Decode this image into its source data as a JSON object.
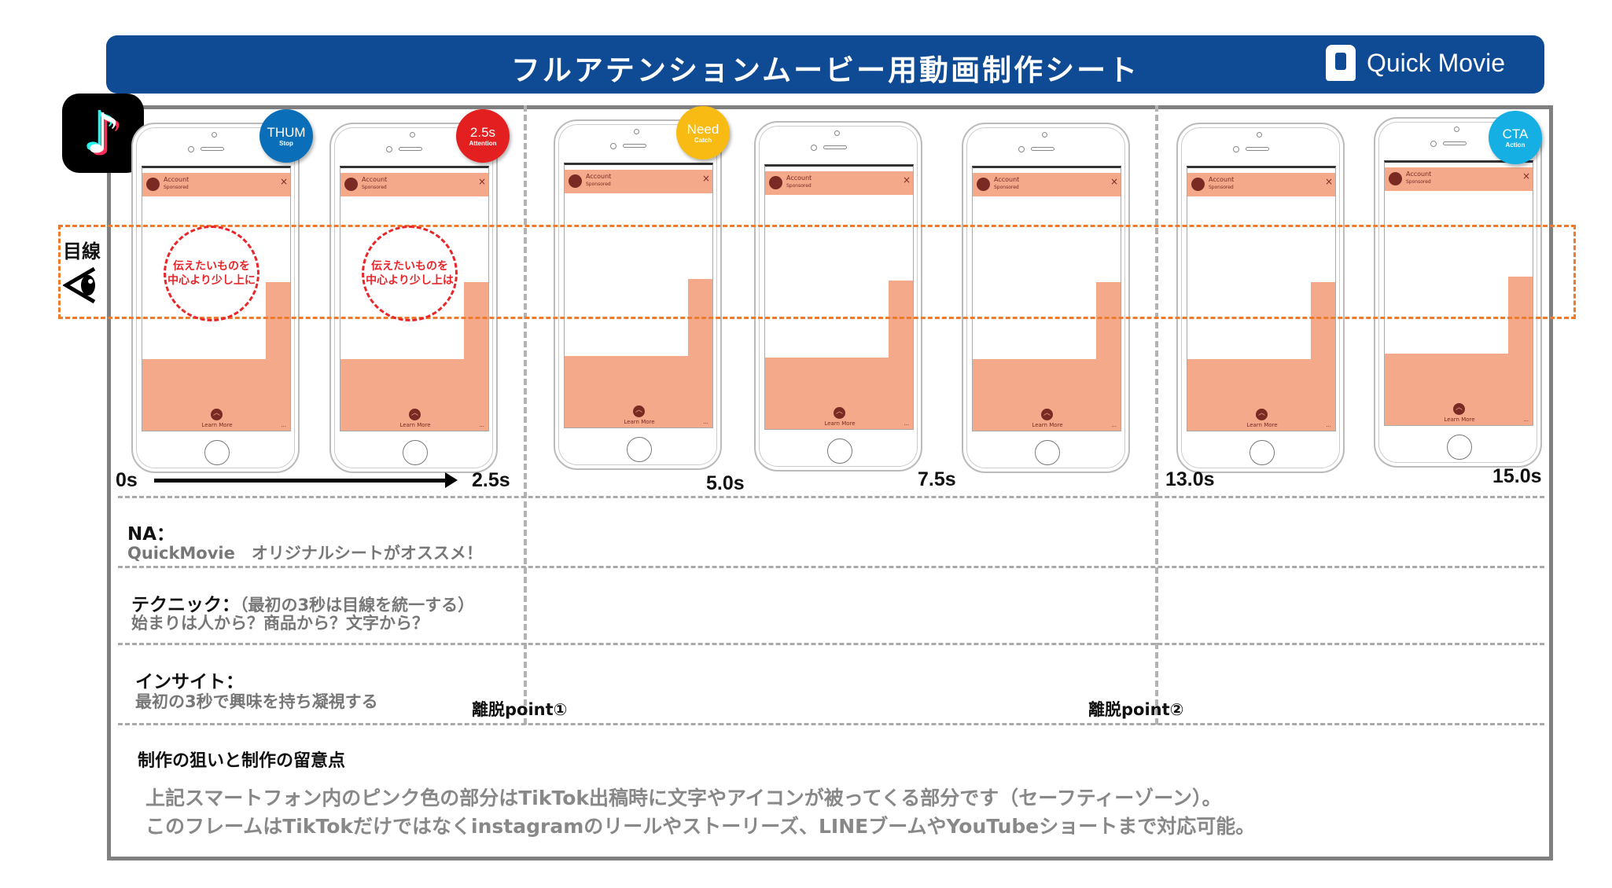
{
  "header": {
    "title": "フルアテンションムービー用動画制作シート",
    "logo_text": "Quick Movie"
  },
  "gaze": {
    "label": "目線"
  },
  "phone_common": {
    "account": "Account",
    "sponsored": "Sponsored",
    "close": "×",
    "learn_more": "Learn More",
    "dots": "..."
  },
  "phones": [
    {
      "badge": {
        "title": "THUM",
        "sub": "Stop",
        "color": "#0a6fb8"
      },
      "circle_text": "伝えたいものを 中心より少し上に"
    },
    {
      "badge": {
        "title": "2.5s",
        "sub": "Attention",
        "color": "#e3201f"
      },
      "circle_text": "伝えたいものを 中心より少し上は"
    },
    {
      "badge": {
        "title": "Need",
        "sub": "Catch",
        "color": "#f7bb14"
      }
    },
    {},
    {},
    {},
    {
      "badge": {
        "title": "CTA",
        "sub": "Action",
        "color": "#15afe4"
      }
    }
  ],
  "timeline": {
    "t0": "0s",
    "t1": "2.5s",
    "t2": "5.0s",
    "t3": "7.5s",
    "t4": "13.0s",
    "t5": "15.0s"
  },
  "sections": {
    "na_label": "NA：",
    "na_text": "QuickMovie　オリジナルシートがオススメ！",
    "tech_label": "テクニック：",
    "tech_note": "（最初の3秒は目線を統一する）",
    "tech_text": "始まりは人から？商品から？文字から？",
    "insight_label": "インサイト：",
    "insight_text": "最初の3秒で興味を持ち凝視する",
    "drop1": "離脱point①",
    "drop2": "離脱point②",
    "notes_title": "制作の狙いと制作の留意点",
    "notes_line1": "上記スマートフォン内のピンク色の部分はTikTok出稿時に文字やアイコンが被ってくる部分です（セーフティーゾーン）。",
    "notes_line2": "このフレームはTikTokだけではなくinstagramのリールやストーリーズ、LINEブームやYouTubeショートまで対応可能。"
  }
}
